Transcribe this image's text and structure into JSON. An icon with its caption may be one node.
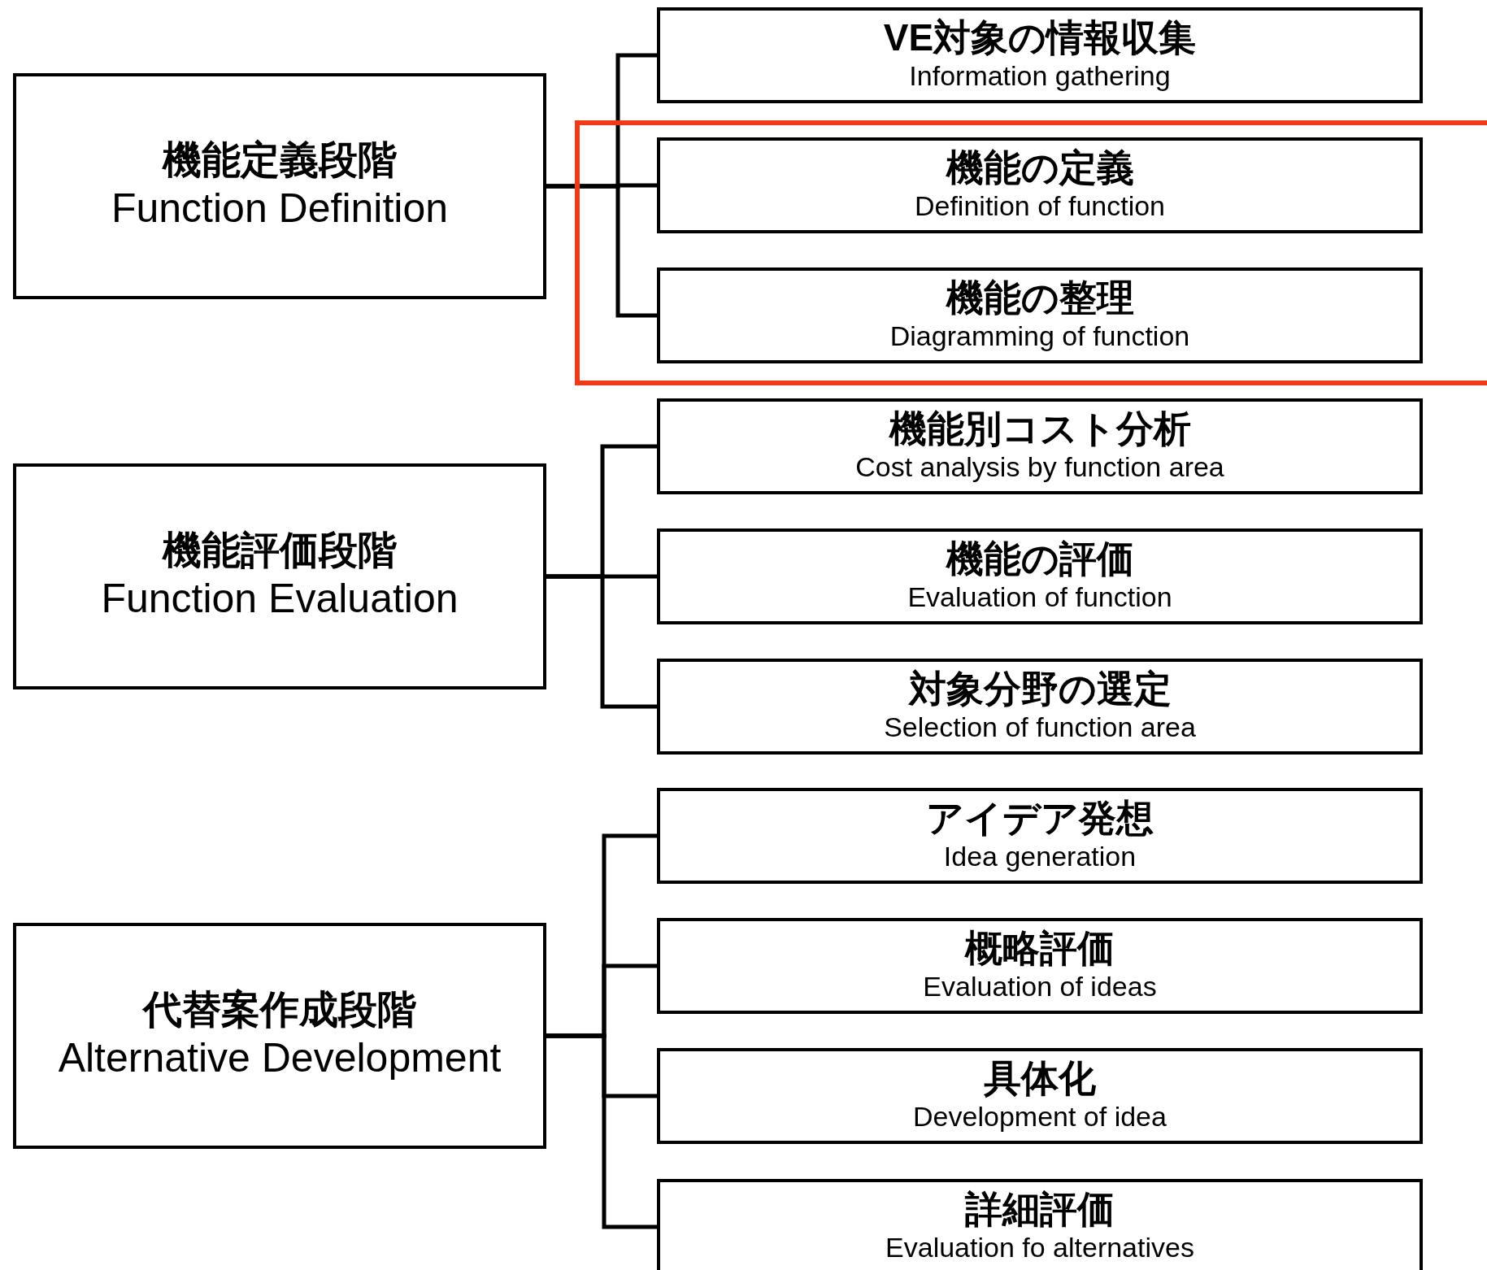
{
  "diagram": {
    "nodes": [
      {
        "text": [
          "機能定義段階",
          "Function Definition"
        ]
      },
      {
        "text": [
          "VE対象の情報収集",
          "Information gathering"
        ]
      },
      {
        "text": [
          "機能の定義",
          "Definition of function"
        ]
      },
      {
        "text": [
          "機能の整理",
          "Diagramming of function"
        ]
      },
      {
        "text": [
          "機能評価段階",
          "Function Evaluation"
        ]
      },
      {
        "text": [
          "機能別コスト分析",
          "Cost analysis by function area"
        ]
      },
      {
        "text": [
          "機能の評価",
          "Evaluation of function"
        ]
      },
      {
        "text": [
          "対象分野の選定",
          "Selection of function area"
        ]
      },
      {
        "text": [
          "代替案作成段階",
          "Alternative Development"
        ]
      },
      {
        "text": [
          "アイデア発想",
          "Idea generation"
        ]
      },
      {
        "text": [
          "概略評価",
          "Evaluation of ideas"
        ]
      },
      {
        "text": [
          "具体化",
          "Development of idea"
        ]
      },
      {
        "text": [
          "詳細評価",
          "Evaluation fo alternatives"
        ]
      }
    ],
    "edges": [
      {
        "from": 0,
        "to": 1,
        "arrow": "none"
      },
      {
        "from": 0,
        "to": 2,
        "arrow": "none"
      },
      {
        "from": 0,
        "to": 3,
        "arrow": "none"
      },
      {
        "from": 4,
        "to": 5,
        "arrow": "none"
      },
      {
        "from": 4,
        "to": 6,
        "arrow": "none"
      },
      {
        "from": 4,
        "to": 7,
        "arrow": "none"
      },
      {
        "from": 8,
        "to": 9,
        "arrow": "none"
      },
      {
        "from": 8,
        "to": 10,
        "arrow": "none"
      },
      {
        "from": 8,
        "to": 11,
        "arrow": "none"
      },
      {
        "from": 8,
        "to": 12,
        "arrow": "none"
      }
    ]
  }
}
